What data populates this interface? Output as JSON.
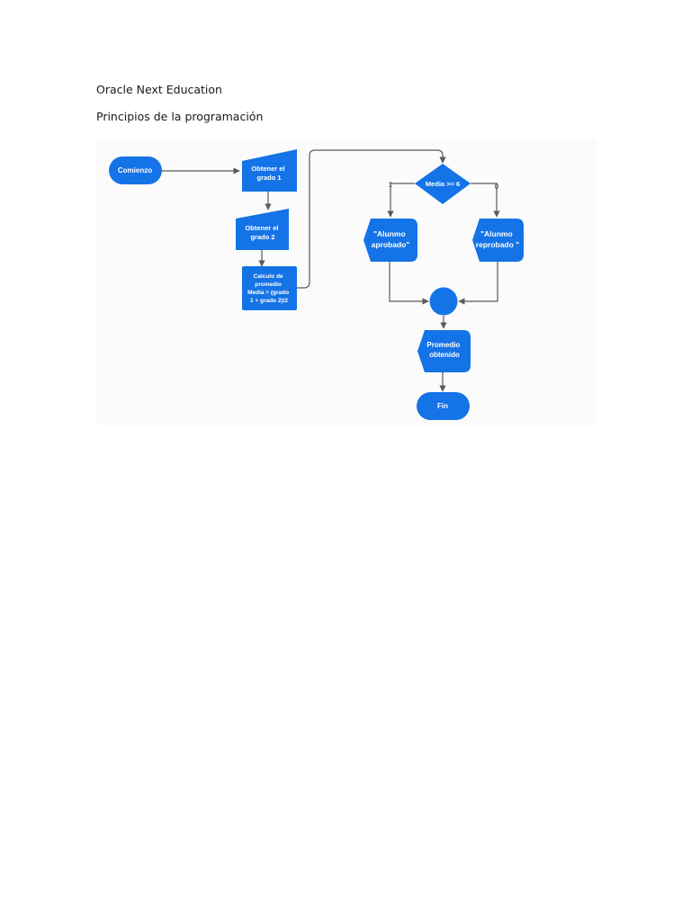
{
  "document": {
    "lines": [
      "Oracle Next Education",
      "Principios de la programación"
    ]
  },
  "flowchart": {
    "colors": {
      "node": "#1473e6",
      "edge": "#5a5a5a",
      "text": "#ffffff"
    },
    "nodes": {
      "start": [
        "Comienzo"
      ],
      "input1": [
        "Obtener el",
        "grado 1"
      ],
      "input2": [
        "Obtener el",
        "grado 2"
      ],
      "process": [
        "Calculo de",
        "promedio",
        "Media = (grado",
        "1 + grado 2)/2"
      ],
      "decision": [
        "Media >= 6"
      ],
      "display_pass": [
        "\"Alunmo",
        "aprobado\""
      ],
      "display_fail": [
        "\"Alunmo",
        "reprobado \""
      ],
      "display_avg": [
        "Promedio",
        "obtenido"
      ],
      "end": [
        "Fin"
      ]
    },
    "edge_labels": {
      "yes": "1",
      "no": "0"
    }
  }
}
